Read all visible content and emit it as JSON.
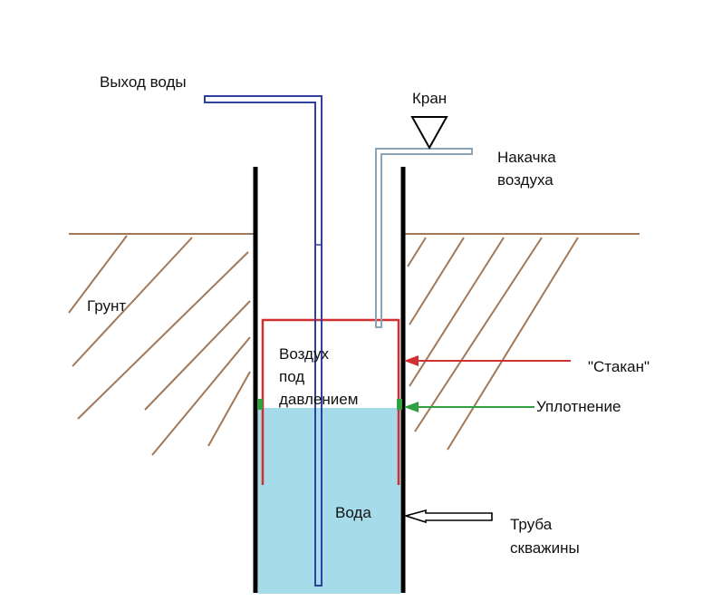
{
  "labels": {
    "water_out": "Выход воды",
    "valve": "Кран",
    "air_pump_line1": "Накачка",
    "air_pump_line2": "воздуха",
    "ground": "Грунт",
    "air_line1": "Воздух",
    "air_line2": "под",
    "air_line3": "давлением",
    "cup": "\"Стакан\"",
    "seal": "Уплотнение",
    "water": "Вода",
    "casing_line1": "Труба",
    "casing_line2": "скважины"
  },
  "colors": {
    "ground": "#a0785a",
    "casing": "#000000",
    "water_pipe": "#3040a0",
    "air_pipe": "#8aa4b8",
    "cup": "#d03030",
    "seal": "#30a040",
    "water": "#a6dcea"
  }
}
